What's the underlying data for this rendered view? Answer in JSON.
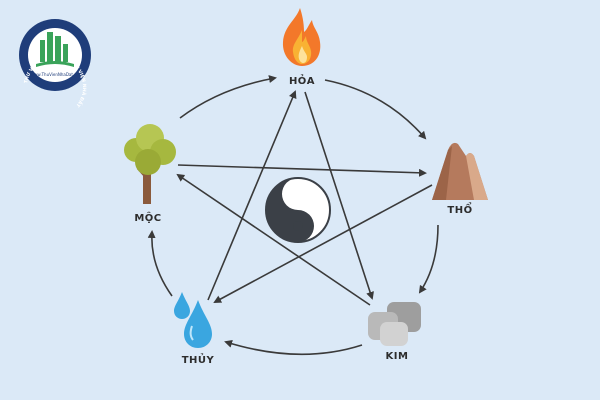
{
  "logo": {
    "ring_text": "THƯ VIỆN NHÀ ĐẤT · THƯ VIỆN NHÀ ĐẤT",
    "url_text": "www.ThuVienNhaDat.vn",
    "ring_color": "#1f3d7a",
    "accent_color": "#3aa35a"
  },
  "elements": {
    "fire": {
      "label": "HỎA",
      "icon": "flame-icon",
      "color": "#f3782a"
    },
    "earth": {
      "label": "THỔ",
      "icon": "mountain-icon",
      "color": "#c58f6e"
    },
    "metal": {
      "label": "KIM",
      "icon": "stones-icon",
      "color": "#a9a9a9"
    },
    "water": {
      "label": "THỦY",
      "icon": "water-drops-icon",
      "color": "#3aa6e0"
    },
    "wood": {
      "label": "MỘC",
      "icon": "tree-icon",
      "color": "#a6b83f"
    }
  },
  "center": {
    "icon": "yin-yang-icon",
    "dark": "#3b4047",
    "light": "#ffffff"
  },
  "colors": {
    "background": "#dbe9f7",
    "arrow": "#3a3a3a"
  }
}
